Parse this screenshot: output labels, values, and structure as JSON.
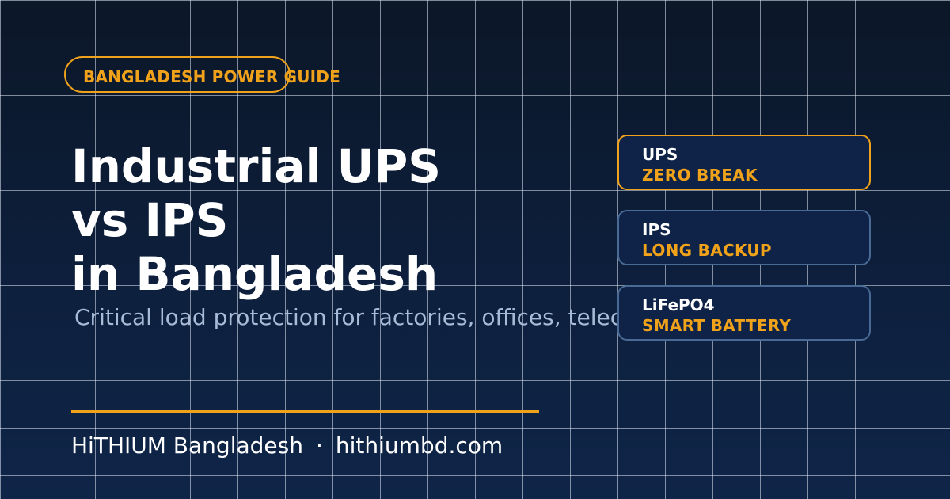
{
  "badge": {
    "label": "BANGLADESH POWER GUIDE"
  },
  "headline": {
    "lines": [
      "Industrial UPS",
      "vs IPS",
      "in Bangladesh"
    ]
  },
  "subtitle": "Critical load protection for factories, offices, telecom and automation",
  "options": [
    {
      "name": "UPS",
      "tag": "ZERO BREAK",
      "highlighted": true
    },
    {
      "name": "IPS",
      "tag": "LONG BACKUP",
      "highlighted": false
    },
    {
      "name": "LiFePO4",
      "tag": "SMART BATTERY",
      "highlighted": false
    }
  ],
  "footer": {
    "brand": "HiTHIUM Bangladesh",
    "separator": "·",
    "website": "hithiumbd.com"
  },
  "colors": {
    "accent": "#f0a21a",
    "background": "#0d1f3c",
    "text": "#ffffff",
    "muted_text": "#a8bcd8",
    "card_border": "#4a6a96"
  }
}
